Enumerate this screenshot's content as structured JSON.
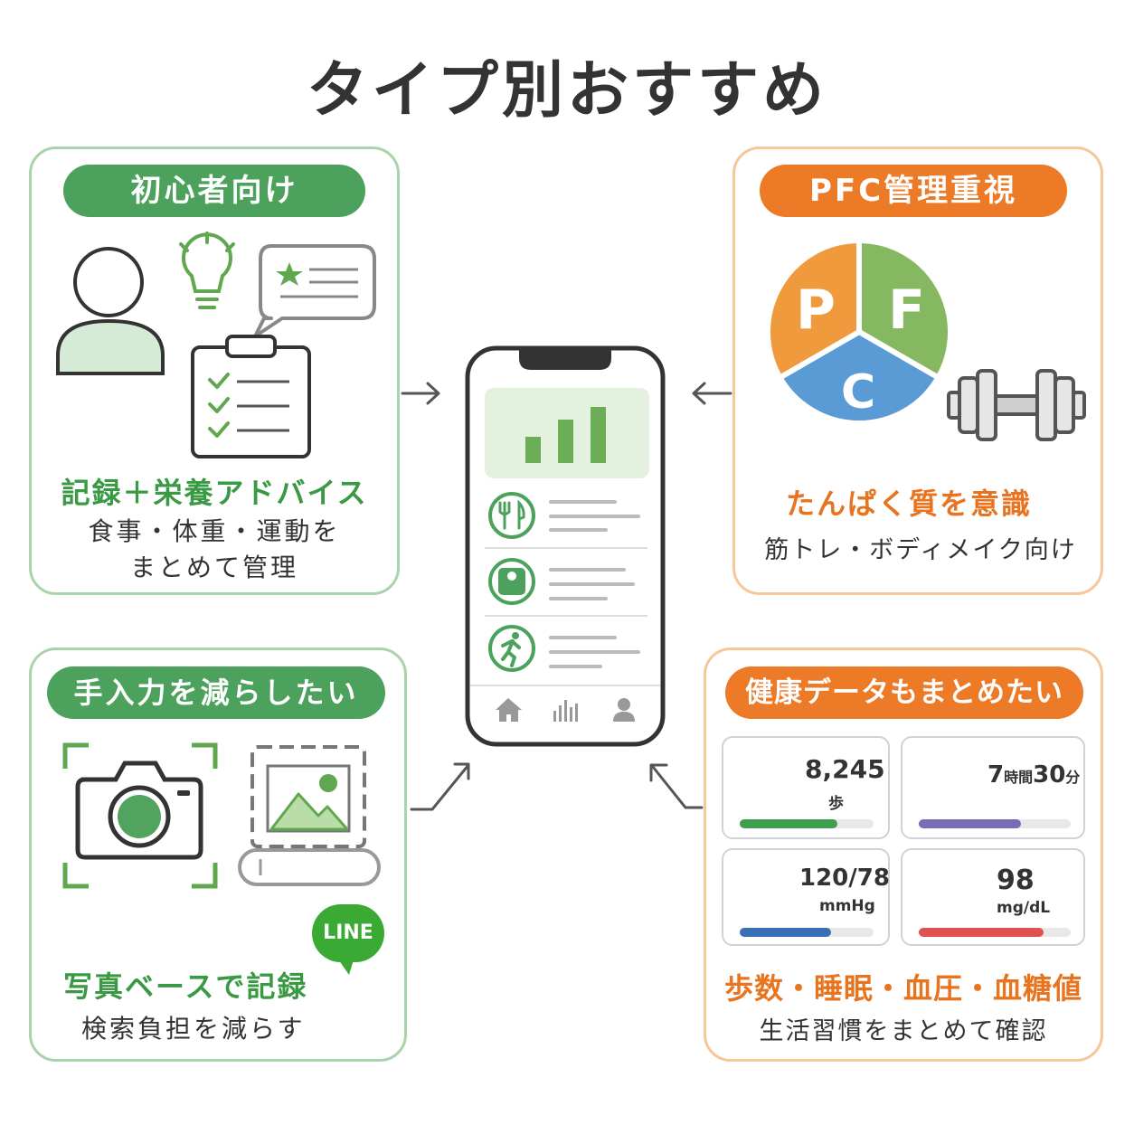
{
  "title": "タイプ別おすすめ",
  "panels": {
    "beginner": {
      "label": "初心者向け",
      "headline": "記録＋栄養アドバイス",
      "desc_line1": "食事・体重・運動を",
      "desc_line2": "まとめて管理"
    },
    "pfc": {
      "label": "PFC管理重視",
      "headline": "たんぱく質を意識",
      "desc": "筋トレ・ボディメイク向け",
      "pie": {
        "p": "P",
        "f": "F",
        "c": "C"
      }
    },
    "photo": {
      "label": "手入力を減らしたい",
      "headline": "写真ベースで記録",
      "desc": "検索負担を減らす",
      "badge": "LINE"
    },
    "health": {
      "label": "健康データもまとめたい",
      "headline": "歩数・睡眠・血圧・血糖値",
      "desc": "生活習慣をまとめて確認",
      "metrics": [
        {
          "name": "steps",
          "value": "8,245",
          "unit": "歩",
          "progress": 0.73,
          "color": "#3f9e4c"
        },
        {
          "name": "sleep",
          "hours": "7",
          "hours_unit": "時間",
          "minutes": "30",
          "minutes_unit": "分",
          "progress": 0.67,
          "color": "#7a6bb6"
        },
        {
          "name": "blood-pressure",
          "value": "120/78",
          "unit": "mmHg",
          "progress": 0.68,
          "color": "#3a6fb5"
        },
        {
          "name": "blood-glucose",
          "value": "98",
          "unit": "mg/dL",
          "progress": 0.82,
          "color": "#e05252"
        }
      ]
    }
  },
  "colors": {
    "green": "#4ca25c",
    "orange": "#ec7a26",
    "pie_p": "#f09a3e",
    "pie_f": "#86b862",
    "pie_c": "#5b9bd5"
  },
  "icons": [
    "person-icon",
    "lightbulb-icon",
    "speech-bubble-icon",
    "clipboard-checklist-icon",
    "camera-icon",
    "image-icon",
    "dumbbell-icon",
    "shoe-icon",
    "moon-icon",
    "blood-pressure-monitor-icon",
    "blood-drop-icon",
    "fork-knife-icon",
    "scale-icon",
    "running-icon",
    "home-icon",
    "bar-chart-icon",
    "user-icon"
  ]
}
